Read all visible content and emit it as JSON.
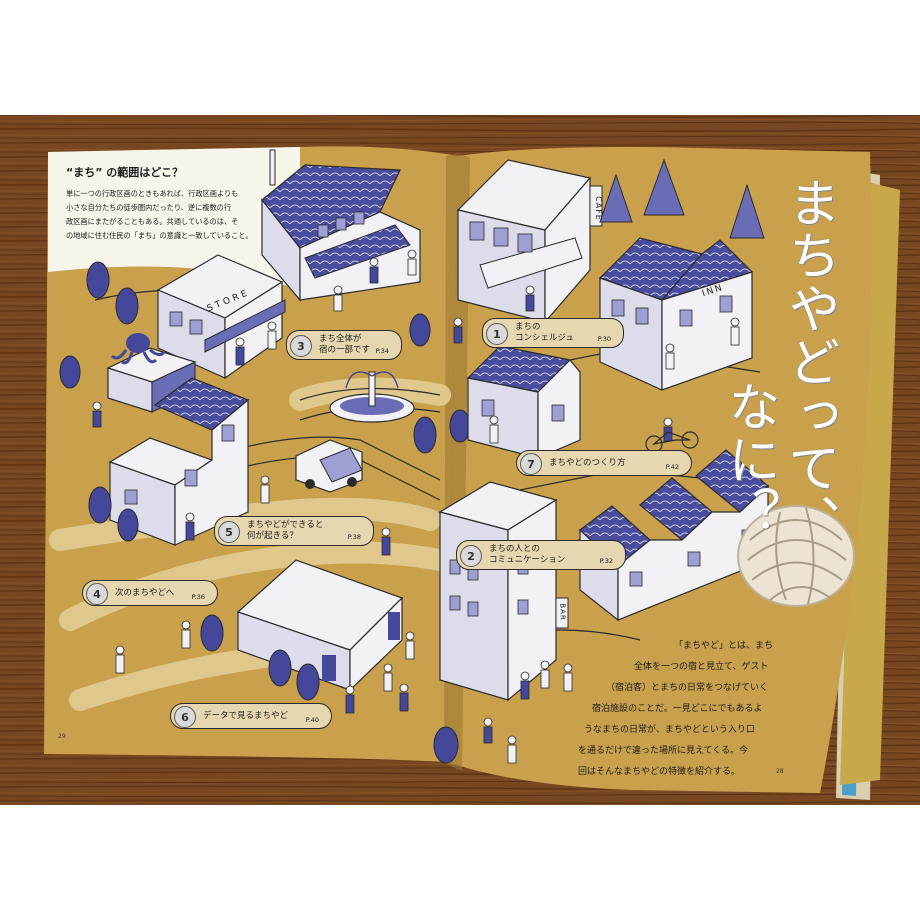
{
  "left_page": {
    "heading": "“まち” の範囲はどこ？",
    "intro_lines": [
      "単に一つの行政区画のときもあれば、行政区画よりも",
      "小さな自分たちの徒歩圏内だったり、逆に複数の行",
      "政区画にまたがることもある。共通しているのは、そ",
      "の地域に住む住民の「まち」の意識と一致していること。"
    ],
    "page_number": "29"
  },
  "right_page": {
    "title_line1": "まちやどって、",
    "title_line2": "なに？",
    "description_lines": [
      "「まちやど」とは、まち",
      "全体を一つの宿と見立て、ゲスト",
      "（宿泊客）とまちの日常をつなげていく",
      "宿泊施設のことだ。一見どこにでもあるよ",
      "うなまちの日常が、まちやどという入り口",
      "を通るだけで違った場所に見えてくる。今",
      "回はそんなまちやどの特徴を紹介する。"
    ],
    "page_number": "28"
  },
  "sections": [
    {
      "number": "3",
      "line1": "まち全体が",
      "line2": "宿の一部です",
      "page": "P.34"
    },
    {
      "number": "1",
      "line1": "まちの",
      "line2": "コンシェルジュ",
      "page": "P.30"
    },
    {
      "number": "7",
      "line1": "まちやどのつくり方",
      "line2": "",
      "page": "P.42"
    },
    {
      "number": "5",
      "line1": "まちやどができると",
      "line2": "何が起きる？",
      "page": "P.38"
    },
    {
      "number": "2",
      "line1": "まちの人との",
      "line2": "コミュニケーション",
      "page": "P.32"
    },
    {
      "number": "4",
      "line1": "次のまちやどへ",
      "line2": "",
      "page": "P.36"
    },
    {
      "number": "6",
      "line1": "データで見るまちやど",
      "line2": "",
      "page": "P.40"
    }
  ],
  "signs": {
    "store": "STORE",
    "cafe": "CAFE",
    "inn": "INN",
    "bar": "BAR"
  },
  "colors": {
    "wood": "#7a4a22",
    "paper_tan": "#c9a14d",
    "path_light": "#e3cd94",
    "ink_blue": "#45479a",
    "building_white": "#f2f2f6"
  }
}
